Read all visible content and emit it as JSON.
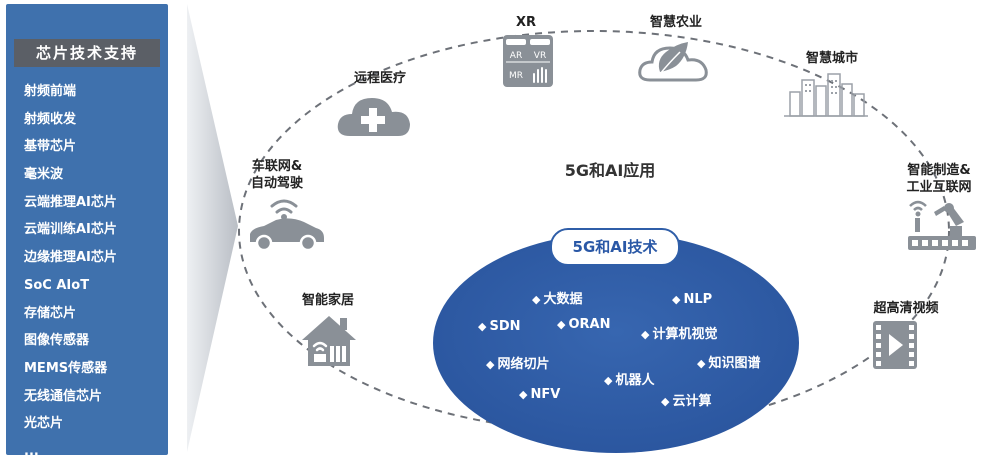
{
  "left_panel": {
    "title": "芯片技术支持",
    "items": [
      "射频前端",
      "射频收发",
      "基带芯片",
      "毫米波",
      "云端推理AI芯片",
      "云端训练AI芯片",
      "边缘推理AI芯片",
      "SoC AIoT",
      "存储芯片",
      "图像传感器",
      "MEMS传感器",
      "无线通信芯片",
      "光芯片",
      "..."
    ]
  },
  "center": {
    "app_title": "5G和AI应用",
    "tech_title": "5G和AI技术"
  },
  "applications": {
    "xr": "XR",
    "agriculture": "智慧农业",
    "city": "智慧城市",
    "manufacturing_line1": "智能制造&",
    "manufacturing_line2": "工业互联网",
    "video": "超高清视频",
    "telemedicine": "远程医疗",
    "vehicle_line1": "车联网&",
    "vehicle_line2": "自动驾驶",
    "home": "智能家居"
  },
  "xr_icon": {
    "ar": "AR",
    "vr": "VR",
    "mr": "MR"
  },
  "technologies": {
    "big_data": "大数据",
    "nlp": "NLP",
    "sdn": "SDN",
    "oran": "ORAN",
    "cv": "计算机视觉",
    "slicing": "网络切片",
    "kg": "知识图谱",
    "robot": "机器人",
    "nfv": "NFV",
    "cloud": "云计算"
  },
  "colors": {
    "panel": "#3f71ad",
    "panel_title": "#5b5f66",
    "ellipse": "#2f5ea8",
    "icon_gray": "#8a9097"
  }
}
